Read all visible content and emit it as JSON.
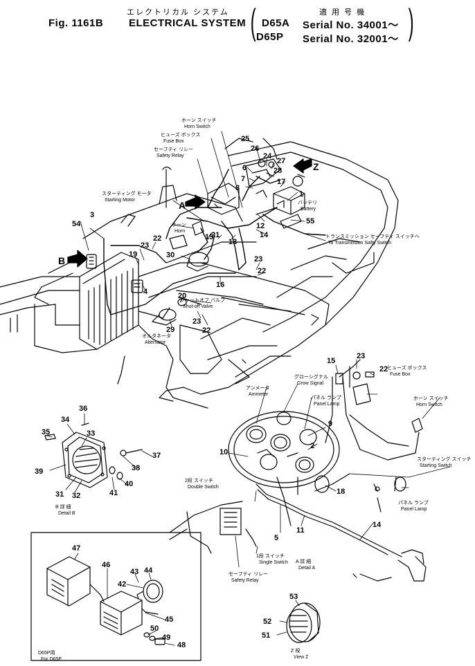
{
  "header": {
    "fig_label": "Fig. 1161B",
    "title_jp": "エレクトリカル システム",
    "title_en": "ELECTRICAL SYSTEM",
    "applicable_jp": "適 用 号 機",
    "model_1": "D65A",
    "serial_1": "Serial No. 34001～",
    "model_2": "D65P",
    "serial_2": "Serial No. 32001～"
  },
  "callouts": [
    {
      "jp": "ホーン スイッチ",
      "en": "Horn Switch"
    },
    {
      "jp": "ヒューズ ボックス",
      "en": "Fuse Box"
    },
    {
      "jp": "セーフティ リレー",
      "en": "Safety Relay"
    },
    {
      "jp": "スターティング モータ",
      "en": "Starting Motor"
    },
    {
      "jp": "ホーン",
      "en": "Horn"
    },
    {
      "jp": "バッテリ",
      "en": "Battery"
    },
    {
      "jp": "トランスミッション セーフティ スイッチへ",
      "en": "To Transmission Safty Switch"
    },
    {
      "jp": "シャットオフ バルブ",
      "en": "Shut-off Valve"
    },
    {
      "jp": "オルタネータ",
      "en": "Alternator"
    },
    {
      "jp": "グローシグナル",
      "en": "Grow Signal"
    },
    {
      "jp": "アンメータ",
      "en": "Ammeter"
    },
    {
      "jp": "パネル ランプ",
      "en": "Panel Lamp"
    },
    {
      "jp": "ヒューズ ボックス",
      "en": "Fuse Box"
    },
    {
      "jp": "ホーン スイッチ",
      "en": "Horn Switch"
    },
    {
      "jp": "スターティング スイッチ",
      "en": "Starting Switch"
    },
    {
      "jp": "2段 スイッチ",
      "en": "Double Switch"
    },
    {
      "jp": "パネル ランプ",
      "en": "Panel Lamp"
    },
    {
      "jp": "1段 スイッチ",
      "en": "Single Switch"
    },
    {
      "jp": "A 詳 細",
      "en": "Detail A"
    },
    {
      "jp": "セーフティ リレー",
      "en": "Safety Relay"
    },
    {
      "jp": "B 詳 細",
      "en": "Detail B"
    },
    {
      "jp": "D65P用",
      "en": "For D65P"
    },
    {
      "jp": "Z 視",
      "en": "View Z"
    }
  ],
  "view_letters": [
    "A",
    "B",
    "Z"
  ],
  "part_numbers": [
    "1",
    "2",
    "3",
    "4",
    "5",
    "6",
    "7",
    "8",
    "9",
    "10",
    "11",
    "12",
    "13",
    "14",
    "15",
    "16",
    "17",
    "18",
    "19",
    "20",
    "21",
    "22",
    "23",
    "24",
    "25",
    "26",
    "27",
    "28",
    "29",
    "30",
    "31",
    "32",
    "33",
    "34",
    "35",
    "36",
    "37",
    "38",
    "39",
    "40",
    "41",
    "42",
    "43",
    "44",
    "45",
    "46",
    "47",
    "48",
    "49",
    "50",
    "51",
    "52",
    "53",
    "54",
    "55"
  ],
  "number_labels": {
    "main": [
      "25",
      "26",
      "27",
      "24",
      "28",
      "6",
      "7",
      "8",
      "1",
      "17",
      "12",
      "55",
      "14",
      "15",
      "21",
      "13",
      "54",
      "3",
      "23",
      "22",
      "19",
      "4",
      "30",
      "23",
      "22",
      "16",
      "20",
      "29",
      "23",
      "22"
    ],
    "detail_a": [
      "15",
      "23",
      "22",
      "9",
      "2",
      "10",
      "18",
      "5",
      "11",
      "14"
    ],
    "detail_b": [
      "36",
      "34",
      "33",
      "35",
      "37",
      "38",
      "39",
      "31",
      "32",
      "41",
      "40"
    ],
    "d65p": [
      "47",
      "46",
      "43",
      "44",
      "42",
      "45",
      "50",
      "49",
      "48"
    ],
    "view_z": [
      "53",
      "52",
      "51"
    ]
  }
}
